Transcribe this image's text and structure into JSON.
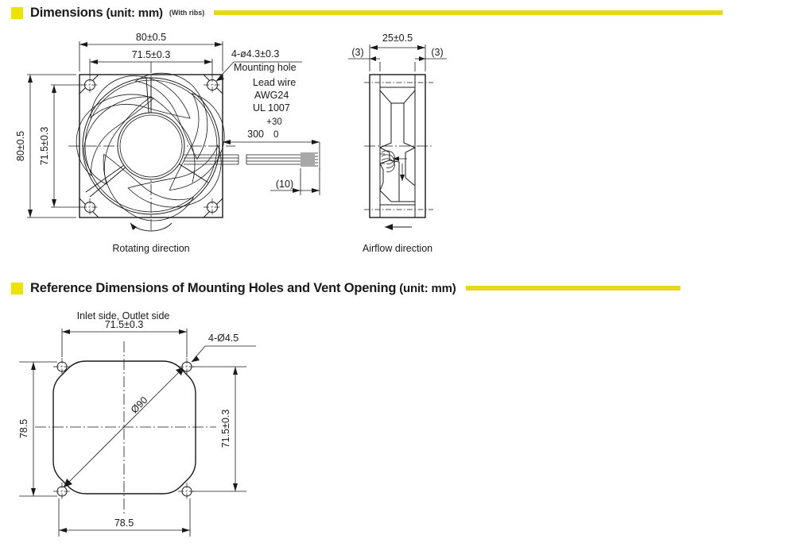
{
  "sections": [
    {
      "title": "Dimensions",
      "unit": "(unit: mm)",
      "note": "(With ribs)"
    },
    {
      "title": "Reference Dimensions of Mounting Holes and Vent Opening",
      "unit": "(unit: mm)",
      "note": ""
    }
  ],
  "front_view": {
    "width_outer": "80±0.5",
    "width_holes": "71.5±0.3",
    "height_outer": "80±0.5",
    "height_holes": "71.5±0.3",
    "mounting_hole_callout": "4-ø4.3±0.3",
    "mounting_hole_label": "Mounting hole",
    "lead_wire_label": "Lead wire",
    "lead_wire_gauge": "AWG24",
    "lead_wire_rating": "UL 1007",
    "lead_length": "300",
    "lead_tol_upper": "+30",
    "lead_tol_lower": "0",
    "strip_length": "(10)",
    "caption": "Rotating direction"
  },
  "side_view": {
    "depth": "25±0.5",
    "rib_left": "(3)",
    "rib_right": "(3)",
    "caption": "Airflow direction"
  },
  "mounting_view": {
    "caption": "Inlet side, Outlet side",
    "hole_pitch_top": "71.5±0.3",
    "hole_pitch_right": "71.5±0.3",
    "hole_callout": "4-Ø4.5",
    "vent_diameter": "Ø90",
    "outline_left": "78.5",
    "outline_bottom": "78.5"
  },
  "colors": {
    "accent_swatch": "#ece400",
    "accent_rule": "#e8d71c",
    "line": "#1a1a1a"
  }
}
